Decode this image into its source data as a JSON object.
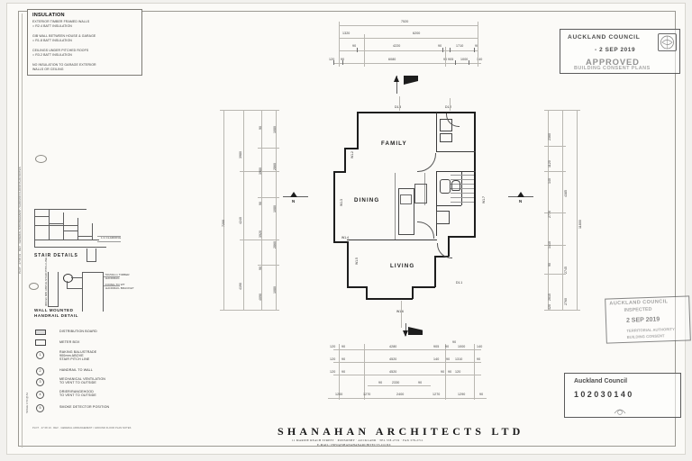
{
  "document": {
    "title": "SHANAHAN ARCHITECTS LTD",
    "subtitle_line1": "11 MARINE REACH STREET  ·  PONSONBY  ·  AUCKLAND  ·  TEL 378-2719  ·  FAX 378-2711",
    "subtitle_line2": "E-MAIL: INFO@SHANAHANARCHITECTS.CO.NZ",
    "sheet_edge_note": "PLOT  ·  27 08 19  ·  REV  ·  GENERAL ARRANGEMENT / GROUND FLOOR PLAN NOTES",
    "scale_note": "SCALE 1:50 @ A1"
  },
  "insulation_note": {
    "title": "INSULATION",
    "lines": [
      "EXTERIOR TIMBER FRAMED WALLS",
      "= R2.4 BATT INSULATION",
      "GIB WALL BETWEEN HOUSE & GARAGE",
      "= R1.8 BATT INSULATION",
      "CEILINGS UNDER PITCHED ROOFS",
      "= R3.2 BATT INSULATION",
      "NO INSULATION TO GARAGE EXTERIOR",
      "WALLS OR CEILING"
    ]
  },
  "stamps": {
    "main": {
      "authority": "AUCKLAND COUNCIL",
      "date": "- 2 SEP 2019",
      "approved": "APPROVED",
      "sub": "BUILDING CONSENT PLANS",
      "crest": "council-crest"
    },
    "secondary": {
      "authority": "AUCKLAND COUNCIL",
      "status": "INSPECTED",
      "date": "2 SEP 2019",
      "sub1": "TERRITORIAL AUTHORITY",
      "sub2": "BUILDING CONSENT"
    },
    "consent": {
      "authority": "Auckland Council",
      "number": "102030140"
    }
  },
  "details": {
    "stair_details_label": "STAIR DETAILS",
    "handrail_detail_label": "WALL MOUNTED\nHANDRAIL DETAIL",
    "handrail_notes": [
      "50x50mm TIMBER",
      "HANDRAIL",
      "FIXING TO WT",
      "HANDRAIL BRACKET"
    ],
    "stair_note": "1:1 CLADDING",
    "handrail_dim_label": "900mm MIN ABOVE\nSTAIR PITCH LINE"
  },
  "legend": {
    "symbols": [
      {
        "symbol": "distribution-board",
        "label": "DISTRIBUTION BOARD"
      },
      {
        "symbol": "meter-box",
        "label": "METER BOX"
      }
    ],
    "numbered": [
      {
        "num": "1",
        "label": "RAKING BALUSTRADE\n900mm ABOVE\nSTAIR PITCH LINE"
      },
      {
        "num": "2",
        "label": "HANDRAIL TO WALL"
      },
      {
        "num": "3",
        "label": "MECHANICAL VENTILATION\nTO VENT TO OUTSIDE"
      },
      {
        "num": "4",
        "label": "DRIER/RANGEHOOD\nTO VENT TO OUTSIDE"
      },
      {
        "num": "5",
        "label": "SMOKE DETECTOR POSITION"
      }
    ]
  },
  "plan": {
    "rooms": [
      {
        "name": "FAMILY"
      },
      {
        "name": "DINING"
      },
      {
        "name": "LIVING"
      }
    ],
    "door_tags": [
      "D1.3",
      "D1.2",
      "D1.1"
    ],
    "window_tags": [
      "W1.2",
      "W1.3",
      "W1.4",
      "W1.5",
      "W1.6",
      "W1.7"
    ],
    "north_label": "N"
  },
  "dimensions": {
    "top": [
      {
        "row": 1,
        "values": [
          "7520"
        ]
      },
      {
        "row": 2,
        "values": [
          "1320",
          "6200"
        ]
      },
      {
        "row": 3,
        "values": [
          "90",
          "4220",
          "90",
          "1710",
          "90"
        ]
      },
      {
        "row": 4,
        "values": [
          "120",
          "90",
          "6080",
          "90",
          "905",
          "1000",
          "140"
        ]
      }
    ],
    "bottom": [
      {
        "row": 1,
        "values": [
          "120",
          "90",
          "4280",
          "905",
          "90",
          "90",
          "1000",
          "140"
        ]
      },
      {
        "row": 2,
        "values": [
          "120",
          "90",
          "4520",
          "140",
          "90",
          "1310",
          "90"
        ]
      },
      {
        "row": 3,
        "values": [
          "120",
          "90",
          "4520",
          "90",
          "90",
          "120"
        ]
      },
      {
        "row": 4,
        "values": [
          "90",
          "2330",
          "90"
        ]
      },
      {
        "row": 5,
        "values": [
          "1200",
          "1270",
          "2400",
          "1270",
          "1290",
          "90"
        ]
      }
    ],
    "left": [
      {
        "values": [
          "3980",
          "4240",
          "4190"
        ]
      },
      {
        "values": [
          "7200"
        ]
      },
      {
        "values": [
          "90",
          "3980",
          "90",
          "3920",
          "90",
          "4090",
          "90"
        ]
      },
      {
        "values": [
          "1080",
          "2860",
          "1080",
          "2860",
          "1080"
        ]
      }
    ],
    "right": [
      {
        "values": [
          "2360",
          "1120",
          "140",
          "2770",
          "1410",
          "90",
          "2615",
          "420"
        ]
      },
      {
        "values": [
          "4385",
          "11800",
          "2745",
          "2760"
        ]
      }
    ]
  },
  "colors": {
    "paper": "#fbfaf7",
    "ink": "#1d1d1d",
    "dimension": "#3b3b3b",
    "stamp": "#5a5a5a",
    "frame": "#9b9992"
  }
}
